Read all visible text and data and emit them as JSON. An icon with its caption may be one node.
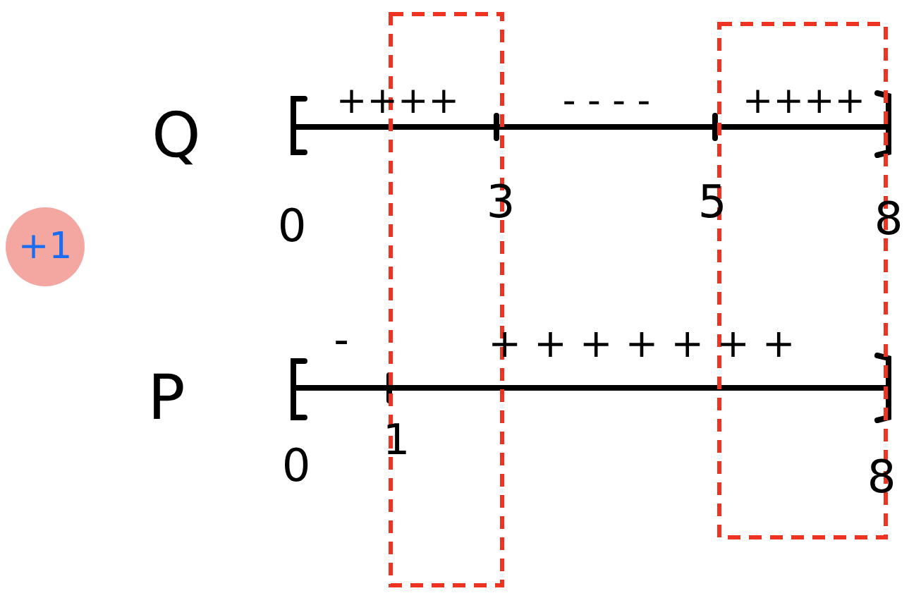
{
  "diagram": {
    "nodes": [
      {
        "text": [
          "+1"
        ]
      }
    ],
    "labels": [
      "++++",
      "- - - -",
      "++++",
      "Q",
      "0",
      "3",
      "5",
      "8",
      "-",
      "+ + + + + + +",
      "P",
      "0",
      "1",
      "8"
    ]
  }
}
